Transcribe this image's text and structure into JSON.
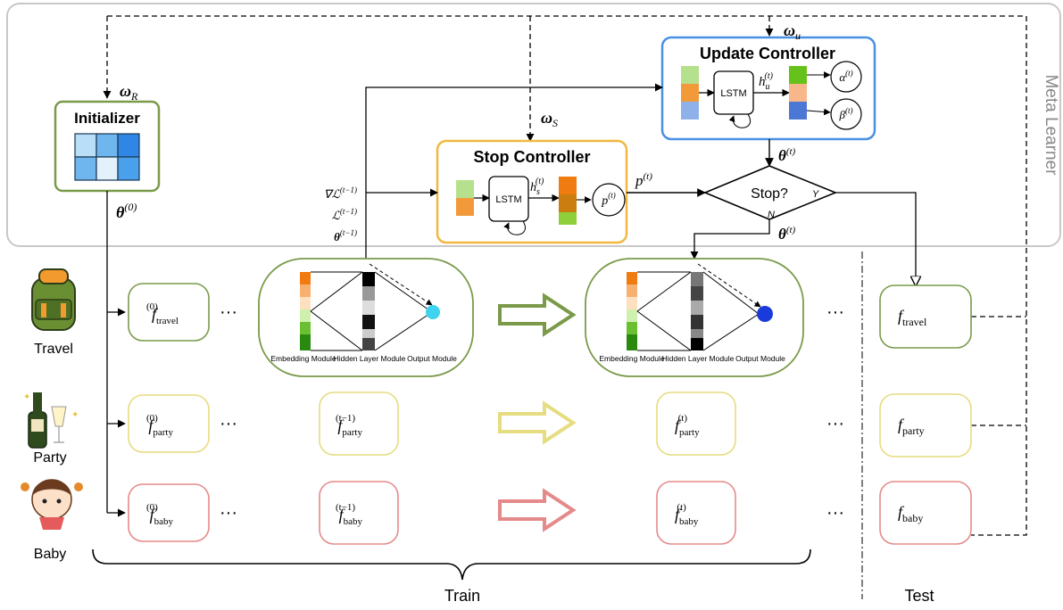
{
  "meta_learner_label": "Meta Learner",
  "initializer": {
    "title": "Initializer",
    "weight": "ω",
    "weight_sub": "R",
    "output": "θ",
    "output_sup": "(0)"
  },
  "update_controller": {
    "title": "Update Controller",
    "weight": "ω",
    "weight_sub": "u",
    "lstm": "LSTM",
    "hidden": "h",
    "hidden_sub": "u",
    "hidden_sup": "(t)",
    "alpha": "α",
    "beta": "β",
    "sup": "(t)",
    "output": "θ",
    "output_sup": "(t)"
  },
  "stop_controller": {
    "title": "Stop Controller",
    "weight": "ω",
    "weight_sub": "S",
    "lstm": "LSTM",
    "hidden": "h",
    "hidden_sub": "s",
    "hidden_sup": "(t)",
    "p": "p",
    "p_sup": "(t)"
  },
  "stop_inputs": [
    {
      "text": "∇ℒ",
      "sup": "(t−1)"
    },
    {
      "text": "ℒ",
      "sup": "(t−1)"
    },
    {
      "text": "θ",
      "sup": "(t−1)"
    }
  ],
  "decision": {
    "text": "Stop?",
    "yes": "Y",
    "no": "N",
    "theta": "θ",
    "theta_sup": "(t)"
  },
  "network_labels": [
    "Embedding Module",
    "Hidden Layer Module",
    "Output Module"
  ],
  "tasks": [
    {
      "label": "Travel",
      "sub": "travel",
      "color": "#7a9a4a"
    },
    {
      "label": "Party",
      "sub": "party",
      "color": "#e6dc80"
    },
    {
      "label": "Baby",
      "sub": "baby",
      "color": "#e58a8a"
    }
  ],
  "sup_initial": "(0)",
  "sup_prev": "(t−1)",
  "sup_curr": "(t)",
  "f": "f",
  "ellipsis": "···",
  "train_label": "Train",
  "test_label": "Test"
}
